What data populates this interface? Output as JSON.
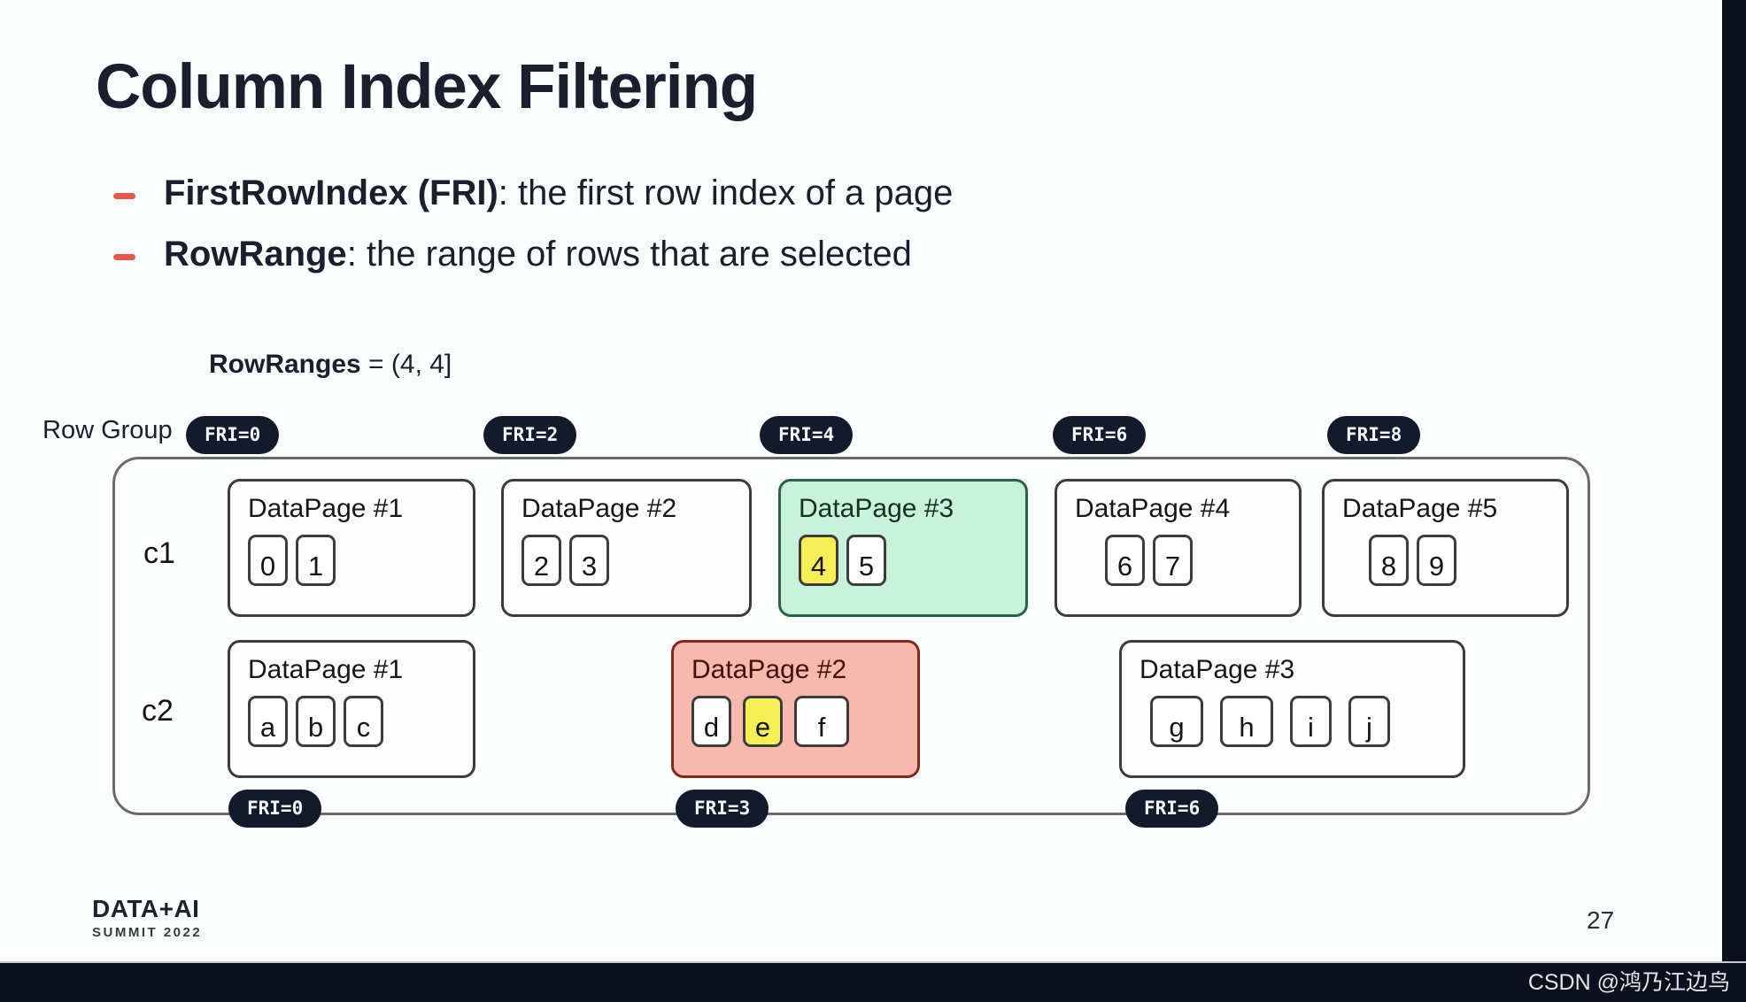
{
  "title": "Column Index Filtering",
  "bullets": [
    {
      "term": "FirstRowIndex (FRI)",
      "rest": ": the first row index of a page"
    },
    {
      "term": "RowRange",
      "rest": ": the range of rows that are selected"
    }
  ],
  "row_ranges": {
    "label": "RowRanges",
    "value": " = (4, 4]"
  },
  "row_group_label": "Row Group",
  "fri_badges_top": [
    "FRI=0",
    "FRI=2",
    "FRI=4",
    "FRI=6",
    "FRI=8"
  ],
  "fri_badges_bottom": [
    "FRI=0",
    "FRI=3",
    "FRI=6"
  ],
  "columns": [
    {
      "label": "c1",
      "pages": [
        {
          "title": "DataPage #1",
          "cells": [
            {
              "v": "0"
            },
            {
              "v": "1"
            }
          ]
        },
        {
          "title": "DataPage #2",
          "cells": [
            {
              "v": "2"
            },
            {
              "v": "3"
            }
          ]
        },
        {
          "title": "DataPage #3",
          "highlight": "green",
          "cells": [
            {
              "v": "4",
              "hl": true
            },
            {
              "v": "5"
            }
          ]
        },
        {
          "title": "DataPage #4",
          "cells": [
            {
              "v": "6"
            },
            {
              "v": "7"
            }
          ]
        },
        {
          "title": "DataPage #5",
          "cells": [
            {
              "v": "8"
            },
            {
              "v": "9"
            }
          ]
        }
      ]
    },
    {
      "label": "c2",
      "pages": [
        {
          "title": "DataPage #1",
          "cells": [
            {
              "v": "a"
            },
            {
              "v": "b"
            },
            {
              "v": "c"
            }
          ]
        },
        {
          "title": "DataPage #2",
          "highlight": "pink",
          "cells": [
            {
              "v": "d"
            },
            {
              "v": "e",
              "hl": true
            },
            {
              "v": "f"
            }
          ]
        },
        {
          "title": "DataPage #3",
          "cells": [
            {
              "v": "g"
            },
            {
              "v": "h"
            },
            {
              "v": "i"
            },
            {
              "v": "j"
            }
          ]
        }
      ]
    }
  ],
  "footer": {
    "logo_line1": "DATA+AI",
    "logo_line2": "SUMMIT 2022",
    "page_number": "27"
  },
  "watermark": "CSDN @鸿乃江边鸟",
  "colors": {
    "ink": "#1b1e2c",
    "accent_red": "#e2594b",
    "badge_bg": "#131a2c",
    "green_bg": "#c9f2dc",
    "green_border": "#2e5f47",
    "pink_bg": "#f7b8ae",
    "pink_border": "#82281d",
    "yellow": "#f5ef55",
    "bar_bg": "#0c101e"
  }
}
